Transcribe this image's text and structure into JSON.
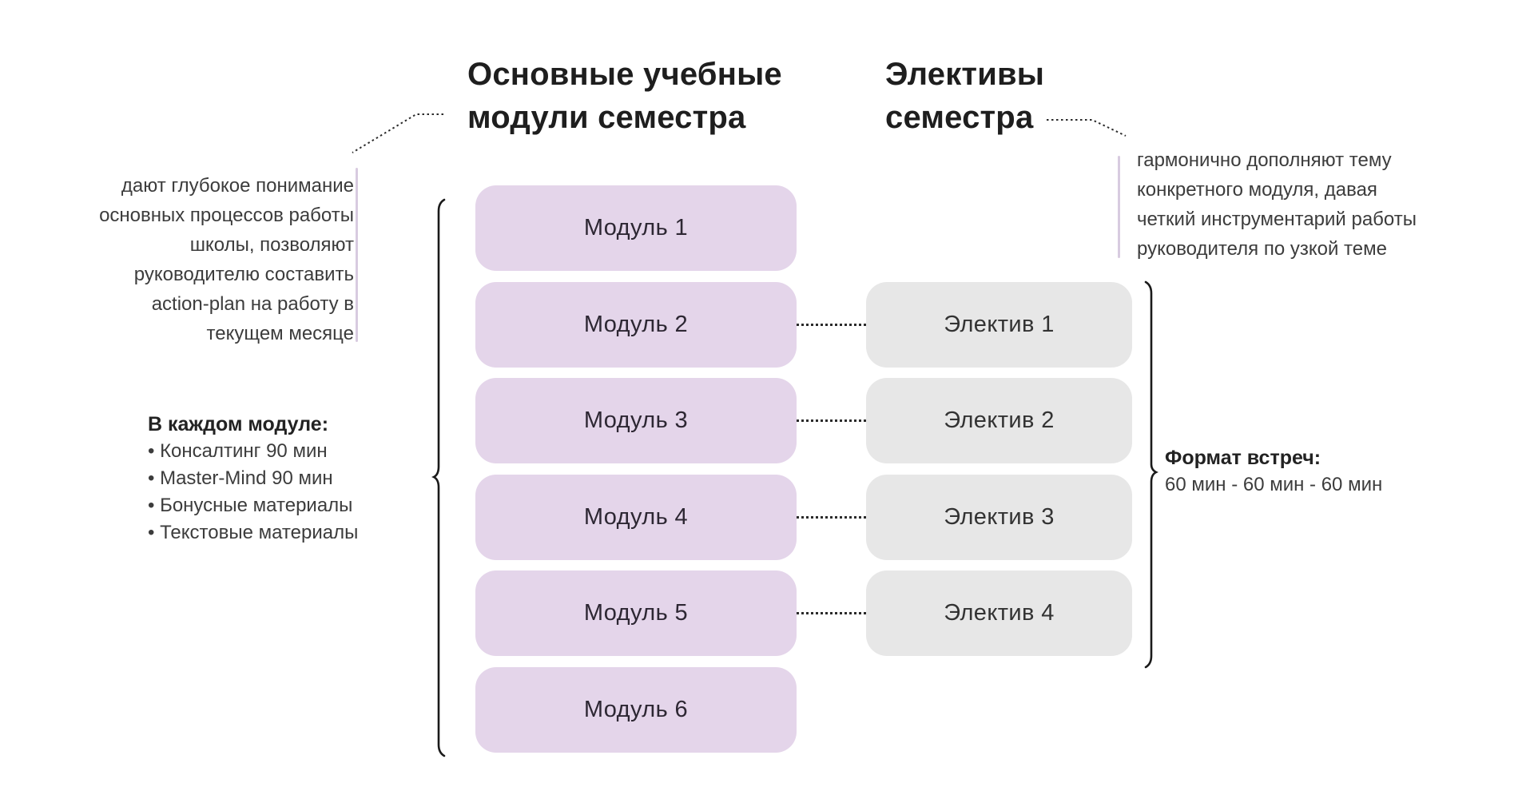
{
  "diagram": {
    "modules_title": {
      "line1": "Основные учебные",
      "line2": "модули семестра"
    },
    "electives_title": {
      "line1": "Элективы",
      "line2": "семестра"
    },
    "modules_note": {
      "lines": [
        "дают глубокое понимание",
        "основных процессов работы",
        "школы, позволяют",
        "руководителю составить",
        "action-plan на работу в",
        "текущем месяце"
      ]
    },
    "module_contents": {
      "heading": "В каждом модуле:",
      "items": [
        "• Консалтинг 90 мин",
        "• Master-Mind 90 мин",
        "• Бонусные материалы",
        "• Текстовые материалы"
      ]
    },
    "electives_note": {
      "lines": [
        "гармонично дополняют тему",
        "конкретного модуля, давая",
        "четкий инструментарий работы",
        "руководителя по узкой теме"
      ]
    },
    "meeting_format": {
      "heading": "Формат встреч:",
      "value": "60 мин - 60 мин - 60 мин"
    },
    "modules": [
      "Модуль 1",
      "Модуль 2",
      "Модуль 3",
      "Модуль 4",
      "Модуль 5",
      "Модуль 6"
    ],
    "electives": [
      "Электив 1",
      "Электив 2",
      "Электив 3",
      "Электив 4"
    ],
    "colors": {
      "module_fill": "#e4d5ea",
      "elective_fill": "#e7e7e7",
      "note_rule": "#d8cbe0",
      "bracket": "#1a1a1a",
      "connector_dots": "#2b2b2b",
      "title_text": "#1e1e1e",
      "body_text": "#3c3c3c"
    }
  }
}
